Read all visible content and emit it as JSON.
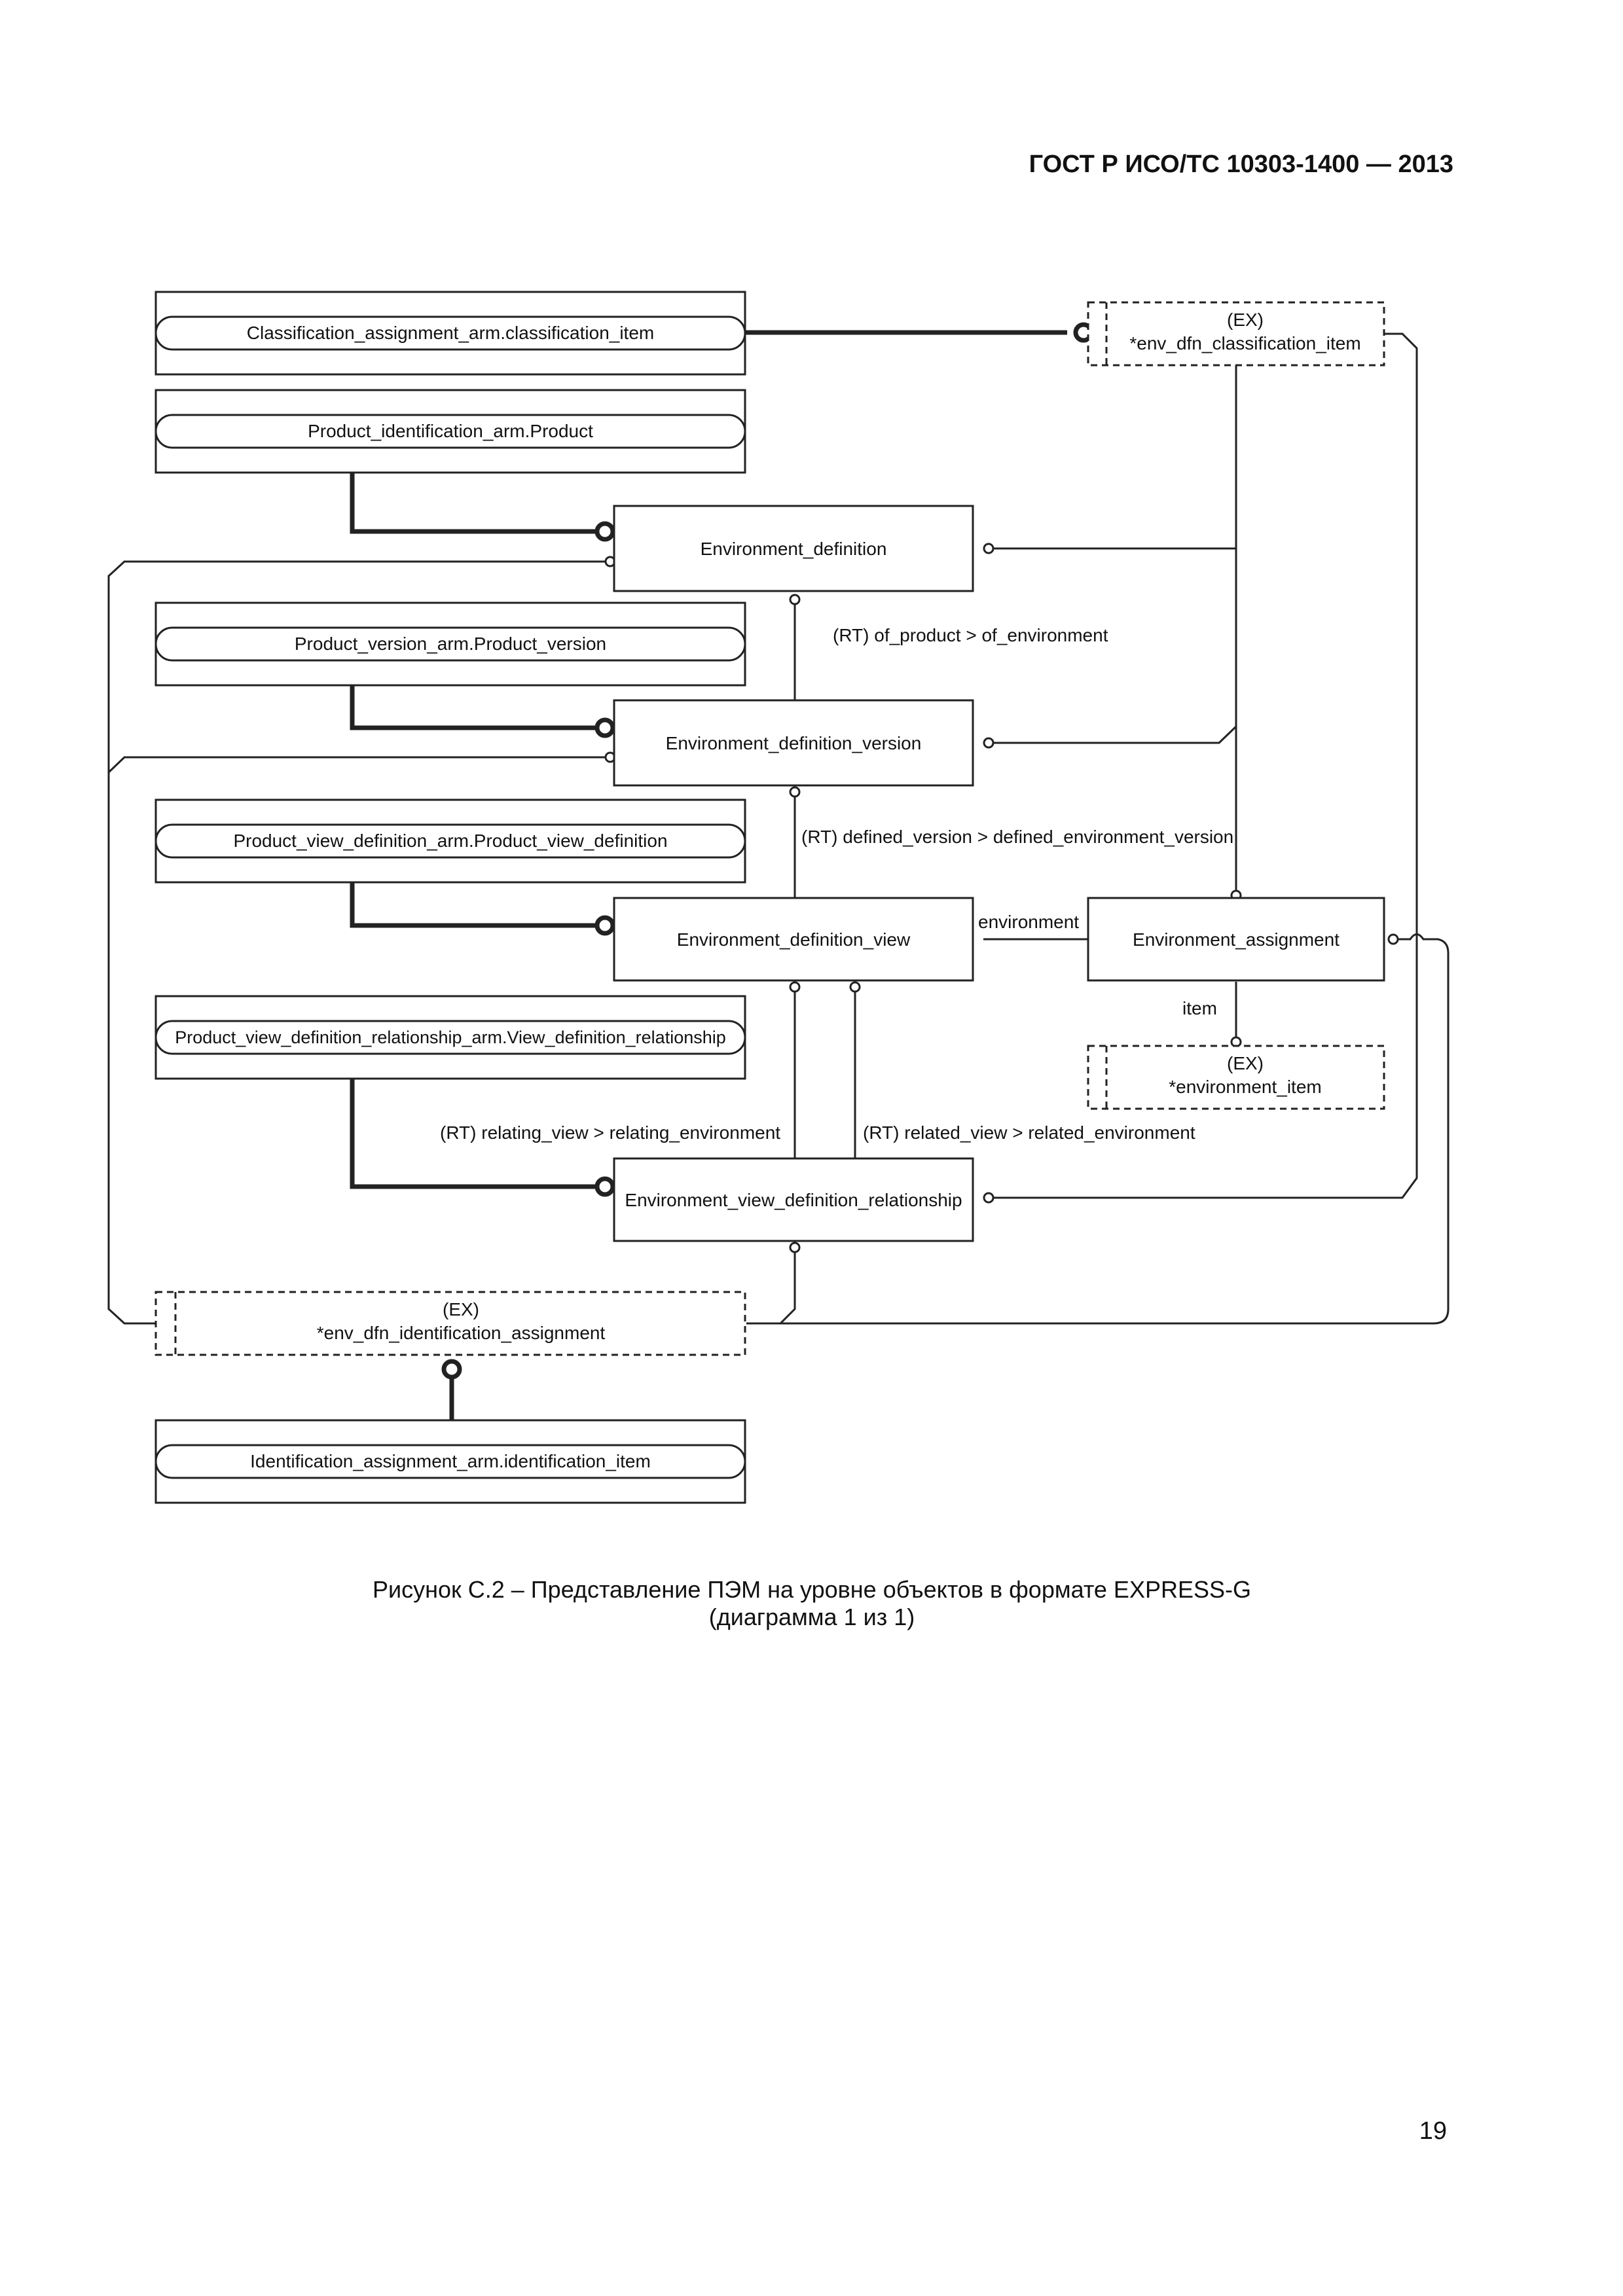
{
  "header": {
    "document_id": "ГОСТ Р ИСО/ТС 10303-1400 — 2013"
  },
  "diagram": {
    "references": {
      "classification_item": "Classification_assignment_arm.classification_item",
      "product": "Product_identification_arm.Product",
      "product_version": "Product_version_arm.Product_version",
      "product_view_definition": "Product_view_definition_arm.Product_view_definition",
      "view_definition_relationship": "Product_view_definition_relationship_arm.View_definition_relationship",
      "identification_item": "Identification_assignment_arm.identification_item"
    },
    "entities": {
      "environment_definition": "Environment_definition",
      "environment_definition_version": "Environment_definition_version",
      "environment_definition_view": "Environment_definition_view",
      "environment_assignment": "Environment_assignment",
      "environment_view_definition_relationship": "Environment_view_definition_relationship"
    },
    "selects": {
      "classification_item": {
        "tag": "(EX)",
        "name": "*env_dfn_classification_item"
      },
      "environment_item": {
        "tag": "(EX)",
        "name": "*environment_item"
      },
      "identification_assignment": {
        "tag": "(EX)",
        "name": "*env_dfn_identification_assignment"
      }
    },
    "relations": {
      "of_product": "(RT) of_product > of_environment",
      "defined_version": "(RT) defined_version > defined_environment_version",
      "environment": "environment",
      "item": "item",
      "relating_view": "(RT) relating_view > relating_environment",
      "related_view": "(RT) related_view > related_environment"
    }
  },
  "caption": {
    "line1": "Рисунок  С.2 – Представление ПЭМ на уровне объектов в формате EXPRESS-G",
    "line2": "(диаграмма 1 из 1)"
  },
  "page_number": "19"
}
